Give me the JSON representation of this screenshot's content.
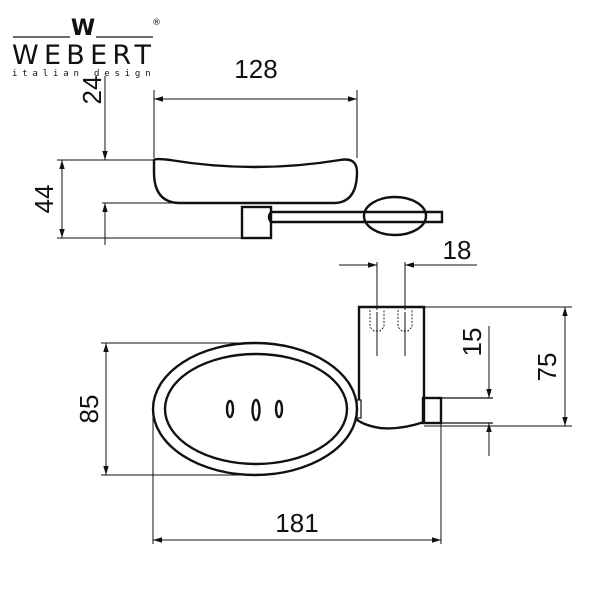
{
  "logo": {
    "monogram": "W",
    "brand": "WEBERT",
    "tagline": "italian design",
    "registered": "®"
  },
  "colors": {
    "line": "#111111",
    "background": "#ffffff"
  },
  "side_view": {
    "dimensions": {
      "width": "128",
      "dish_depth": "24",
      "total_height": "44"
    }
  },
  "top_view": {
    "dimensions": {
      "screw_spacing": "18",
      "mount_height": "75",
      "rod_height": "15",
      "dish_height": "85",
      "total_length": "181"
    }
  }
}
